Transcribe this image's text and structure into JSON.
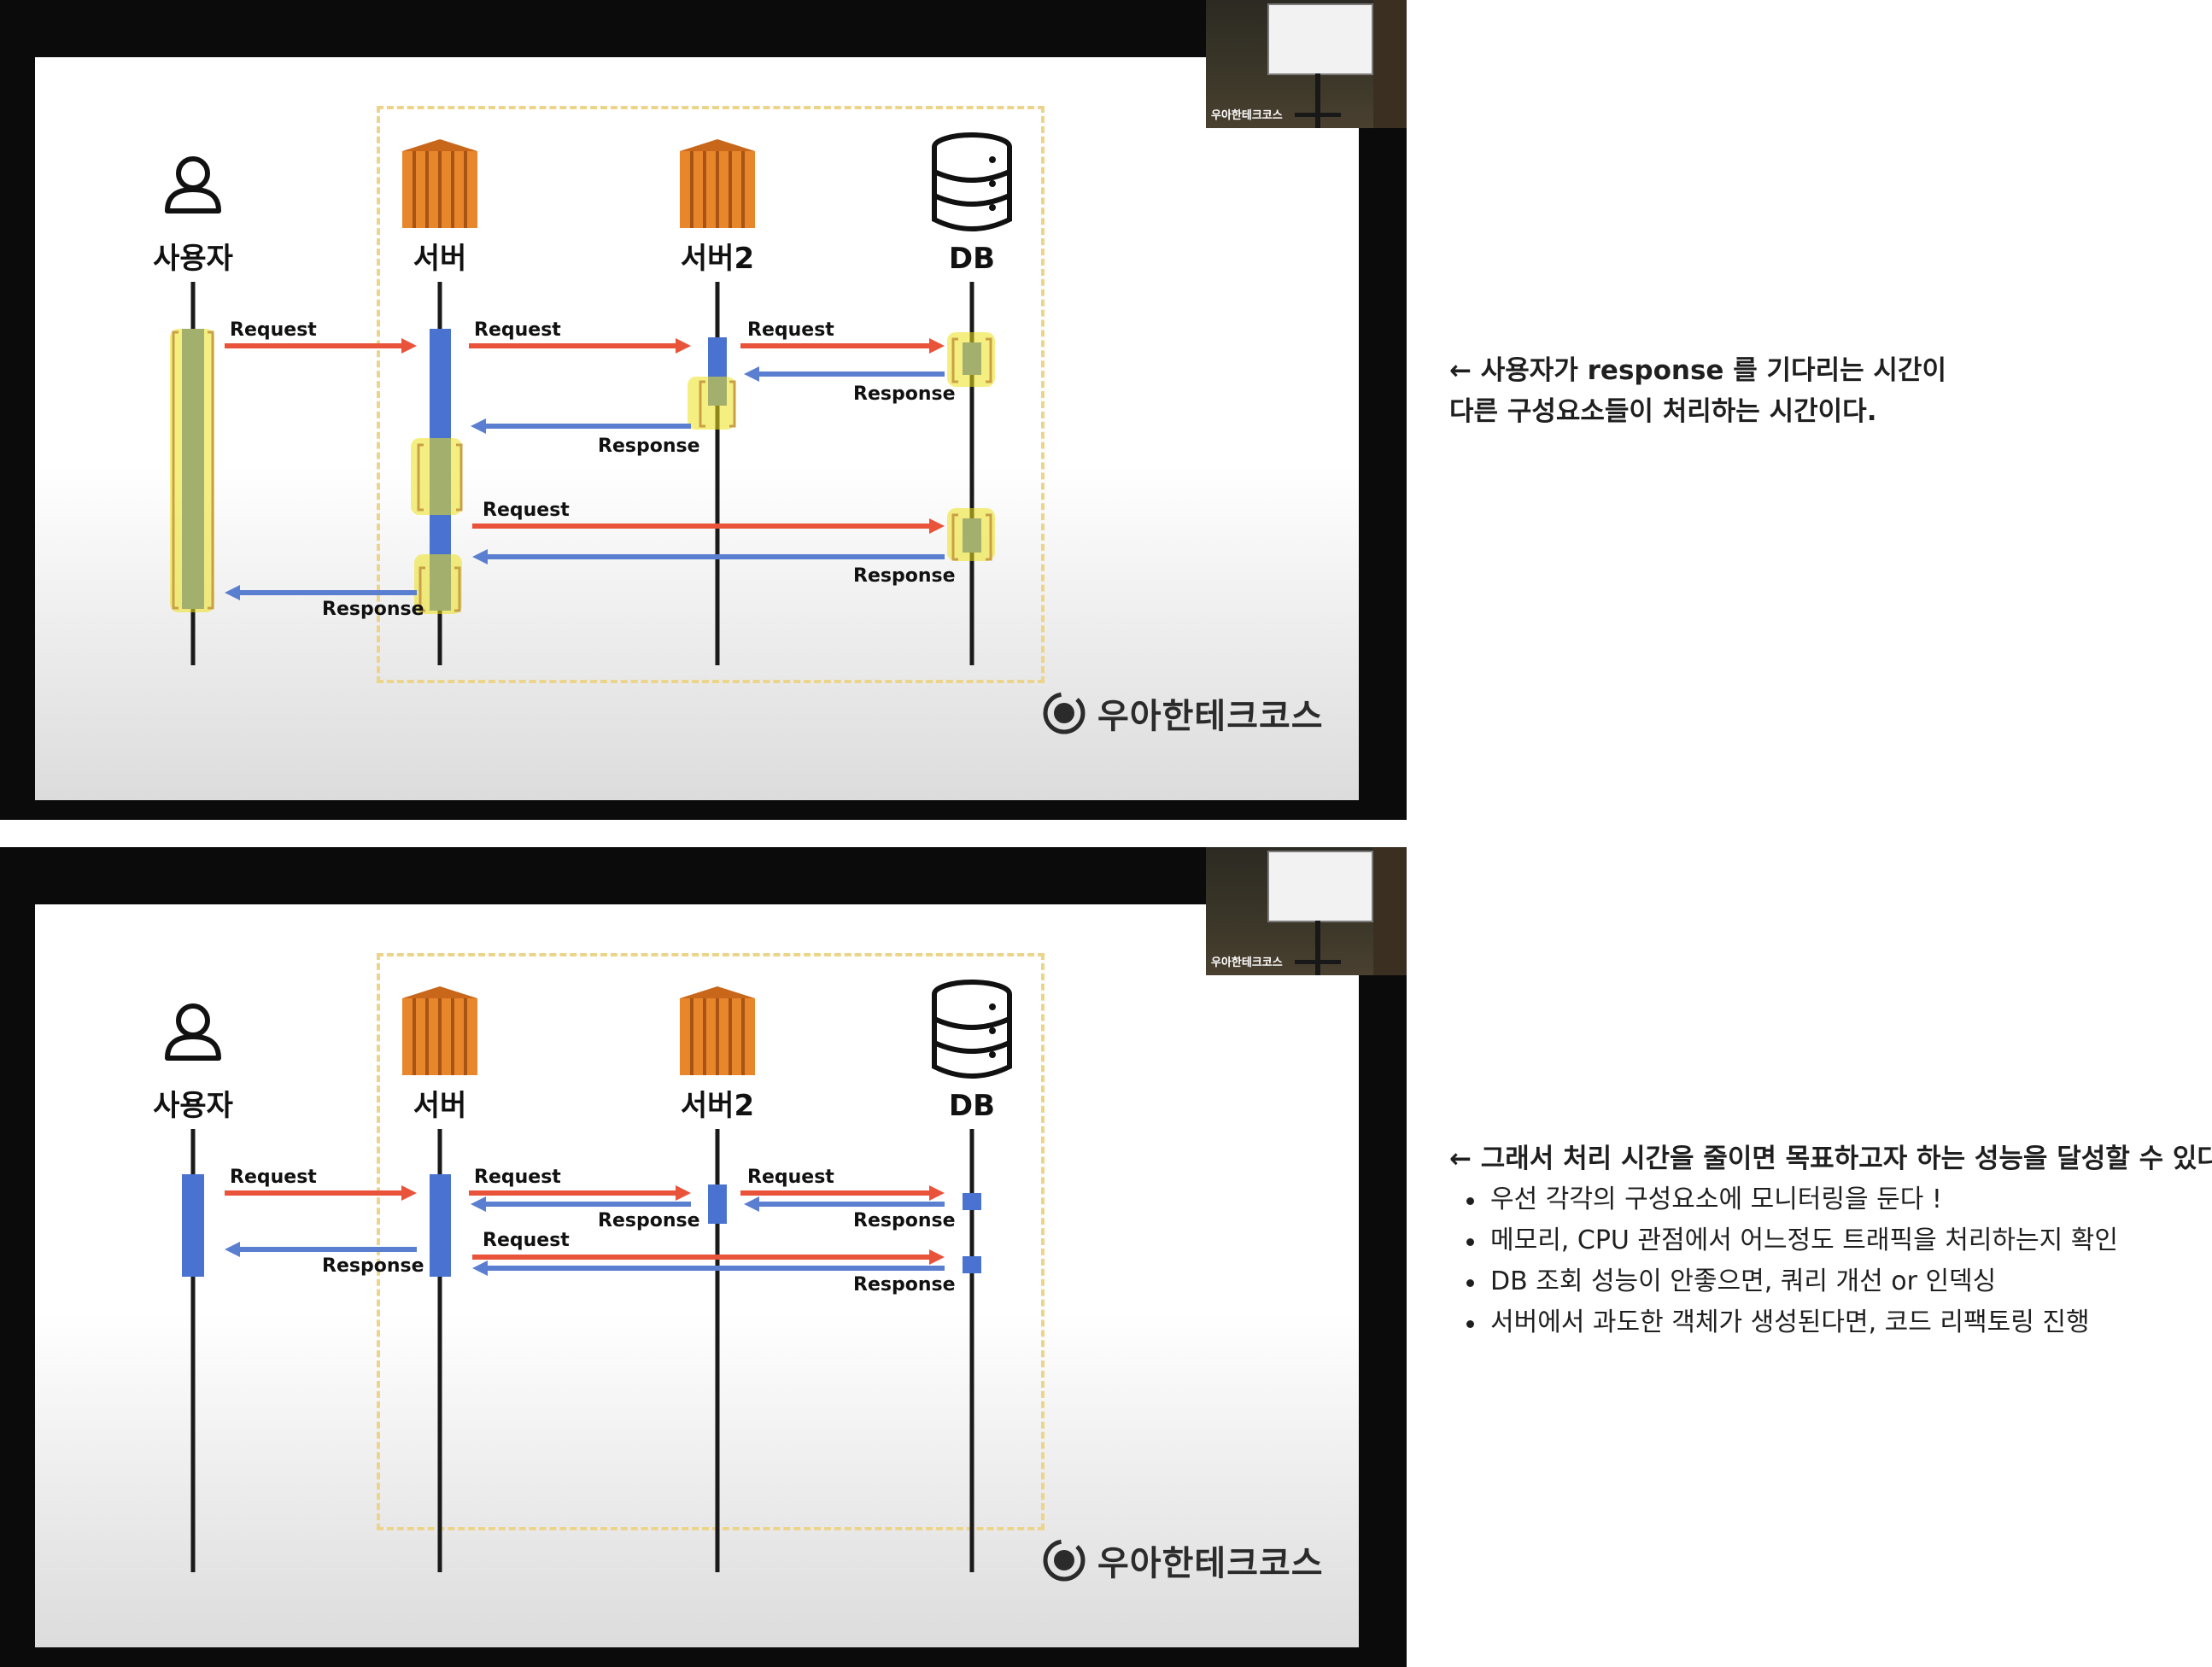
{
  "actors": [
    "사용자",
    "서버",
    "서버2",
    "DB"
  ],
  "msg": {
    "request": "Request",
    "response": "Response"
  },
  "brand": "우아한테크코스",
  "camera_label": "우아한테크코스",
  "colors": {
    "request_arrow": "#e8533a",
    "response_arrow": "#5b7fd0",
    "activation": "#4a72d0",
    "highlight": "#ede21c",
    "server_icon": "#e8862c",
    "dashed_box": "#ecd58a"
  },
  "icons": {
    "user": "user-icon",
    "server": "server-icon",
    "db": "database-icon",
    "brand": "brand-logo-icon",
    "arrow": "arrow-left-icon"
  },
  "diagrams": [
    {
      "messages": [
        {
          "from": "사용자",
          "to": "서버",
          "label": "Request",
          "kind": "request"
        },
        {
          "from": "서버",
          "to": "서버2",
          "label": "Request",
          "kind": "request"
        },
        {
          "from": "서버2",
          "to": "DB",
          "label": "Request",
          "kind": "request"
        },
        {
          "from": "DB",
          "to": "서버2",
          "label": "Response",
          "kind": "response"
        },
        {
          "from": "서버2",
          "to": "서버",
          "label": "Response",
          "kind": "response"
        },
        {
          "from": "서버",
          "to": "DB",
          "label": "Request",
          "kind": "request"
        },
        {
          "from": "DB",
          "to": "서버",
          "label": "Response",
          "kind": "response"
        },
        {
          "from": "서버",
          "to": "사용자",
          "label": "Response",
          "kind": "response"
        }
      ]
    },
    {
      "messages": [
        {
          "from": "사용자",
          "to": "서버",
          "label": "Request",
          "kind": "request"
        },
        {
          "from": "서버",
          "to": "서버2",
          "label": "Request",
          "kind": "request"
        },
        {
          "from": "서버2",
          "to": "서버",
          "label": "Response",
          "kind": "response"
        },
        {
          "from": "서버2",
          "to": "DB",
          "label": "Request",
          "kind": "request"
        },
        {
          "from": "DB",
          "to": "서버2",
          "label": "Response",
          "kind": "response"
        },
        {
          "from": "서버",
          "to": "DB",
          "label": "Request",
          "kind": "request"
        },
        {
          "from": "DB",
          "to": "서버",
          "label": "Response",
          "kind": "response"
        },
        {
          "from": "서버",
          "to": "사용자",
          "label": "Response",
          "kind": "response"
        }
      ]
    }
  ],
  "note1": {
    "line1": "← 사용자가 response 를 기다리는 시간이",
    "line2": "다른 구성요소들이 처리하는 시간이다."
  },
  "note2": {
    "heading": "← 그래서 처리 시간을 줄이면 목표하고자 하는 성능을 달성할 수 있다.",
    "items": [
      "우선 각각의 구성요소에 모니터링을 둔다 !",
      "메모리, CPU 관점에서 어느정도 트래픽을 처리하는지 확인",
      "DB 조회 성능이 안좋으면, 쿼리 개선 or 인덱싱",
      "서버에서 과도한 객체가 생성된다면, 코드 리팩토링 진행"
    ]
  }
}
